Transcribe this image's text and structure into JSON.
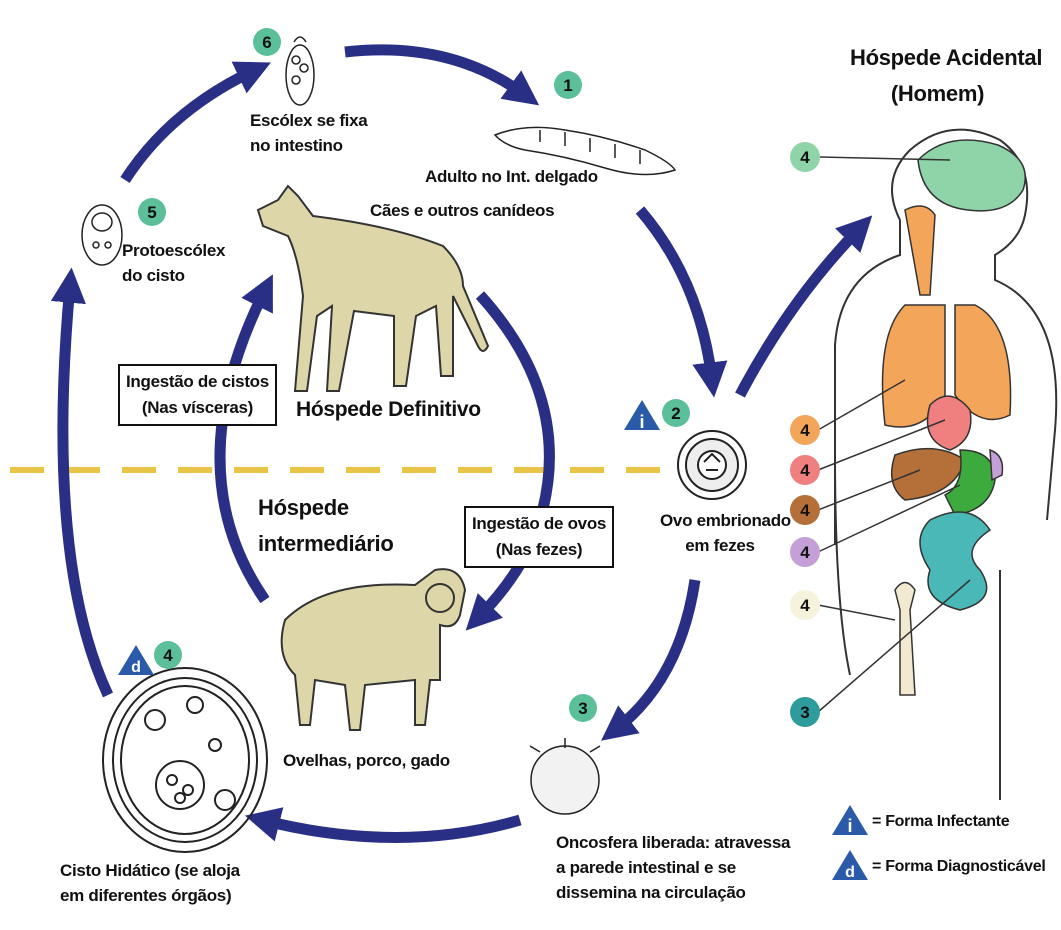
{
  "title": {
    "line1": "Hóspede Acidental",
    "line2": "(Homem)"
  },
  "steps": {
    "s1": {
      "number": "1",
      "line1": "Adulto no Int. delgado",
      "line2": "Cães e outros canídeos"
    },
    "s2": {
      "number": "2",
      "line1": "Ovo embrionado",
      "line2": "em fezes"
    },
    "s3": {
      "number": "3",
      "line1": "Oncosfera liberada: atravessa",
      "line2": "a parede intestinal e se",
      "line3": "dissemina na circulação"
    },
    "s4": {
      "number": "4",
      "line1": "Cisto Hidático (se aloja",
      "line2": "em diferentes órgãos)"
    },
    "s5": {
      "number": "5",
      "line1": "Protoescólex",
      "line2": "do cisto"
    },
    "s6": {
      "number": "6",
      "line1": "Escólex se fixa",
      "line2": "no intestino"
    }
  },
  "hosts": {
    "definitive": "Hóspede Definitivo",
    "intermediate_line1": "Hóspede",
    "intermediate_line2": "intermediário",
    "intermediate_animals": "Ovelhas, porco, gado"
  },
  "boxes": {
    "cysts_line1": "Ingestão de cistos",
    "cysts_line2": "(Nas vísceras)",
    "eggs_line1": "Ingestão de ovos",
    "eggs_line2": "(Nas fezes)"
  },
  "human_markers": [
    "4",
    "4",
    "4",
    "4",
    "4",
    "4",
    "3"
  ],
  "legend": {
    "infective_letter": "i",
    "infective_text": "= Forma Infectante",
    "diagnostic_letter": "d",
    "diagnostic_text": "= Forma Diagnosticável"
  },
  "colors": {
    "arrow": "#2a2f86",
    "marker_teal": "#5bbf9a",
    "dashed_line": "#e8c547",
    "animal": "#ddd6a8",
    "brain": "#8fd4a8",
    "lungs": "#f3a55a",
    "heart": "#f08080",
    "liver": "#b5703a",
    "stomach": "#3daa3d",
    "intestine": "#4bb8b8",
    "triangle": "#2a5aa8"
  }
}
